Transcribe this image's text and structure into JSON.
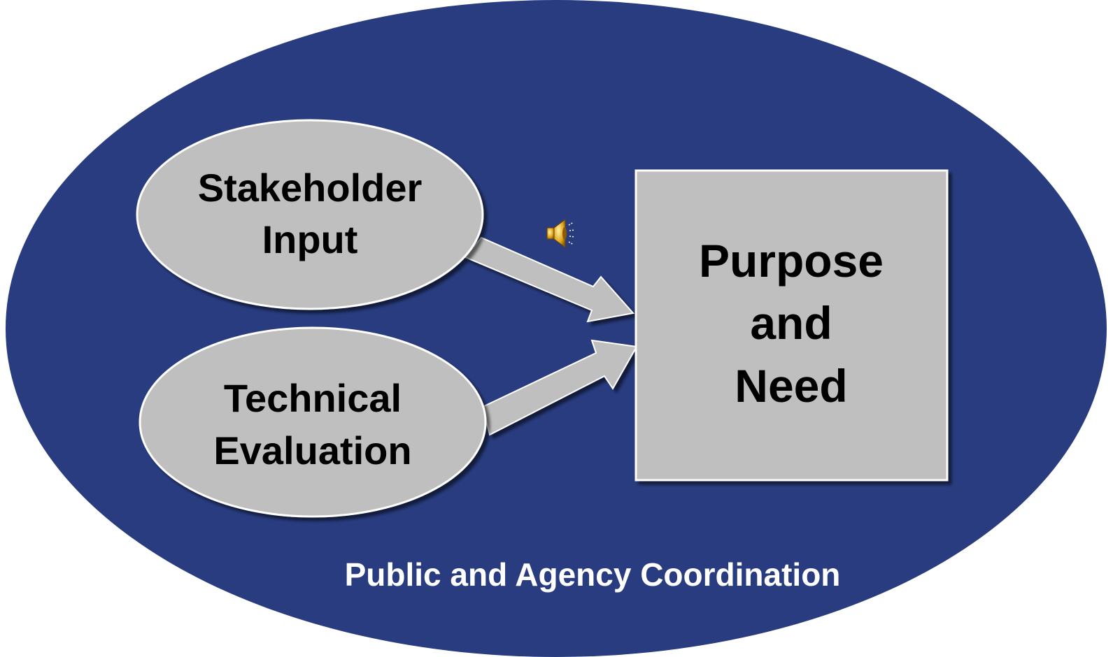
{
  "diagram": {
    "colors": {
      "outer_ellipse": "#283c7f",
      "shape_fill": "#bfbfbf",
      "shape_stroke": "#ffffff",
      "text_dark": "#000000",
      "text_light": "#ffffff",
      "speaker_fill": "#e0a81e"
    },
    "outer_label": "Public and Agency Coordination",
    "inputs": [
      {
        "line1": "Stakeholder",
        "line2": "Input"
      },
      {
        "line1": "Technical",
        "line2": "Evaluation"
      }
    ],
    "output": {
      "line1": "Purpose",
      "line2": "and",
      "line3": "Need"
    },
    "speaker_icon": "speaker-sound-icon"
  }
}
